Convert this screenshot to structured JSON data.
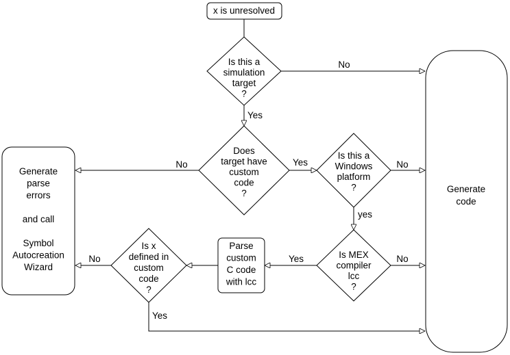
{
  "nodes": {
    "start": {
      "label": "x is unresolved"
    },
    "is_simulation_target": {
      "lines": [
        "Is this a",
        "simulation",
        "target",
        "?"
      ]
    },
    "does_target_have_custom_code": {
      "lines": [
        "Does",
        "target have",
        "custom",
        "code",
        "?"
      ]
    },
    "is_windows_platform": {
      "lines": [
        "Is this a",
        "Windows",
        "platform",
        "?"
      ]
    },
    "is_mex_compiler_lcc": {
      "lines": [
        "Is MEX",
        "compiler",
        "lcc",
        "?"
      ]
    },
    "parse_custom_code": {
      "lines": [
        "Parse",
        "custom",
        "C code",
        "with lcc"
      ]
    },
    "is_x_defined": {
      "lines": [
        "Is x",
        "defined in",
        "custom",
        "code",
        "?"
      ]
    },
    "generate_parse_errors": {
      "lines": [
        "Generate",
        "parse",
        "errors",
        "",
        "and call",
        "",
        "Symbol",
        "Autocreation",
        "Wizard"
      ]
    },
    "generate_code": {
      "lines": [
        "Generate",
        "code"
      ]
    }
  },
  "edges": {
    "simulation_no": "No",
    "simulation_yes": "Yes",
    "custom_code_no": "No",
    "custom_code_yes": "Yes",
    "windows_no": "No",
    "windows_yes": "yes",
    "mex_no": "No",
    "mex_yes": "Yes",
    "defined_no": "No",
    "defined_yes": "Yes"
  }
}
